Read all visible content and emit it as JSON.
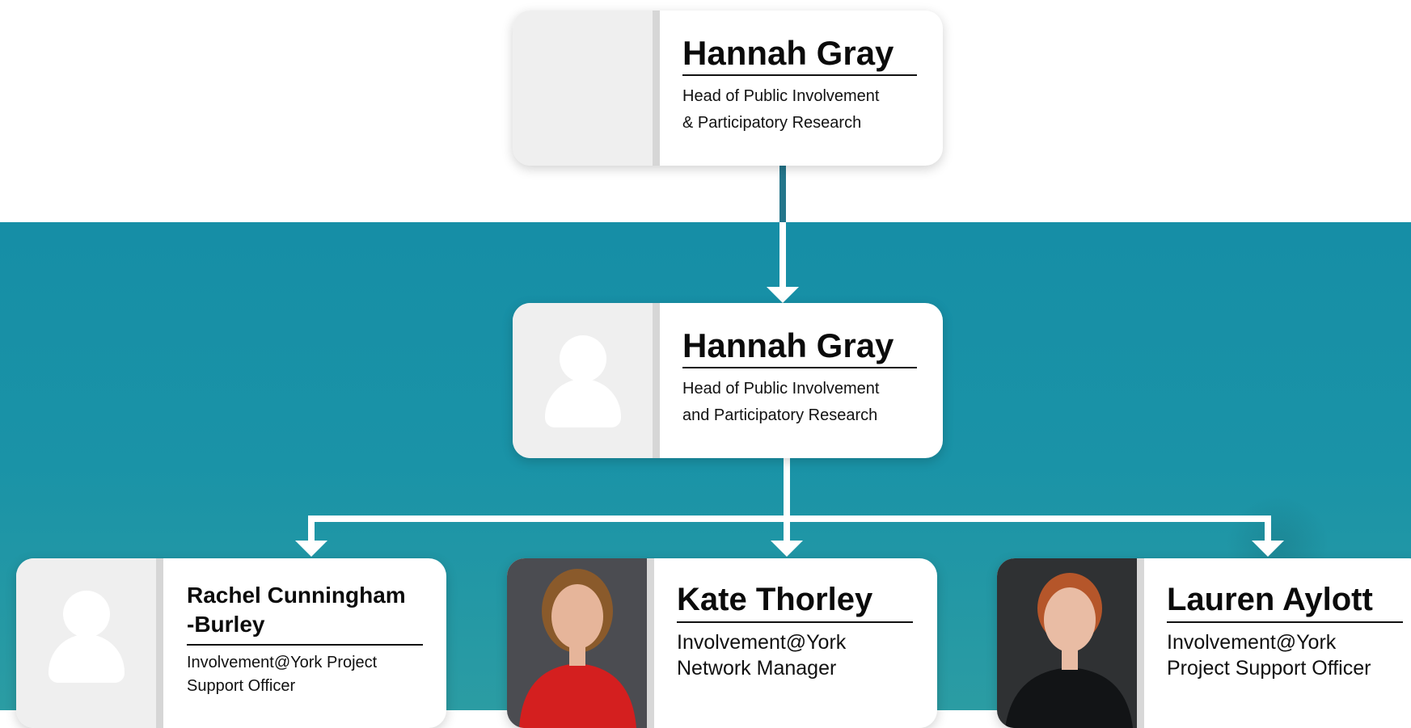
{
  "colors": {
    "teal": "#1890a6",
    "connector_dark": "#24768b",
    "card_bg": "#ffffff",
    "placeholder_bg": "#efefef"
  },
  "top_card": {
    "name": "Hannah Gray",
    "role_line1": "Head of Public Involvement",
    "role_line2": "& Participatory Research"
  },
  "lead_card": {
    "name": "Hannah Gray",
    "role_line1": "Head of Public Involvement",
    "role_line2": "and Participatory Research"
  },
  "reports": [
    {
      "name_line1": "Rachel Cunningham",
      "name_line2": "-Burley",
      "role_line1": "Involvement@York Project",
      "role_line2": "Support Officer"
    },
    {
      "name_line1": "Kate Thorley",
      "role_line1": "Involvement@York",
      "role_line2": "Network Manager"
    },
    {
      "name_line1": "Lauren Aylott",
      "role_line1": "Involvement@York",
      "role_line2": "Project Support Officer"
    }
  ]
}
